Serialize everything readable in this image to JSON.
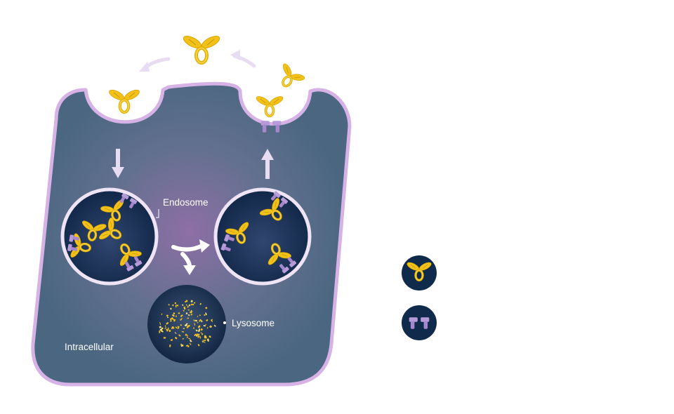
{
  "labels": {
    "endosome": "Endosome",
    "lysosome": "Lysosome",
    "intracellular": "Intracellular"
  },
  "colors": {
    "cell_fill": "#4a6680",
    "cell_outline": "#d7b2e6",
    "vesicle_dark": "#0e2444",
    "vesicle_ring": "#efe4f5",
    "arrow": "#e8dcf2",
    "antibody": "#f2c21a",
    "antibody_dark": "#b88a00",
    "receptor": "#b79ad8",
    "legend_circle": "#0f2a4a"
  },
  "icons": {
    "antibody": "antibody-icon",
    "receptor": "receptor-icon"
  }
}
